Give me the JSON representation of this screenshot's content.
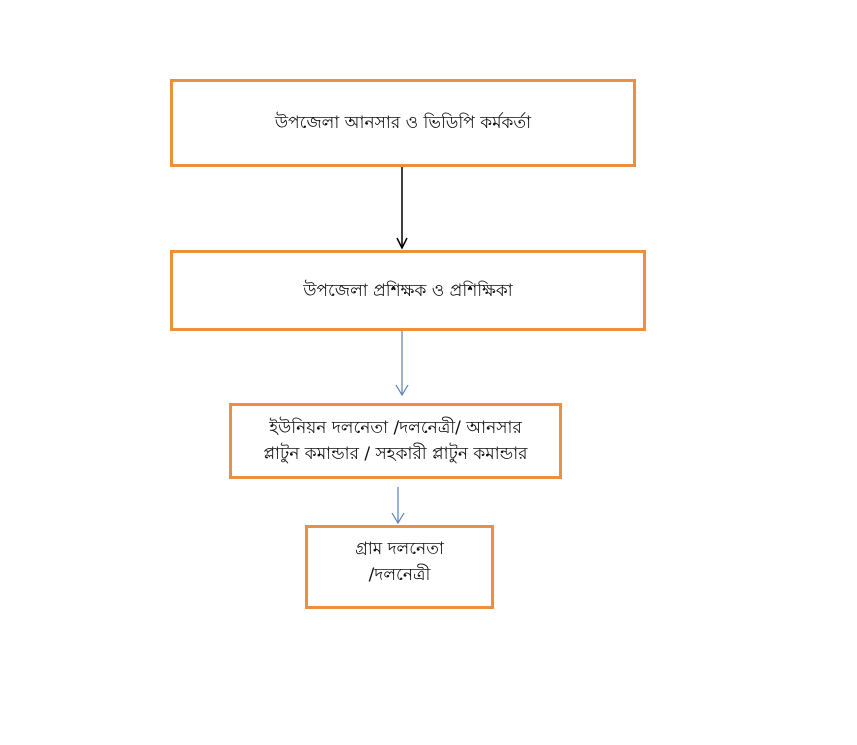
{
  "nodes": [
    {
      "lines": [
        "উপজেলা আনসার ও ভিডিপি কর্মকর্তা"
      ]
    },
    {
      "lines": [
        "উপজেলা প্রশিক্ষক ও প্রশিক্ষিকা"
      ]
    },
    {
      "lines": [
        "ইউনিয়ন দলনেতা /দলনেত্রী/ আনসার",
        "প্লাটুন কমান্ডার / সহকারী প্লাটুন কমান্ডার"
      ]
    },
    {
      "lines": [
        "গ্রাম দলনেতা",
        "/দলনেত্রী"
      ]
    }
  ],
  "colors": {
    "box_border": "#ED8F3C",
    "arrow_1": "#000000",
    "arrow_2": "#5B7FB5",
    "arrow_3": "#5B7FB5"
  }
}
